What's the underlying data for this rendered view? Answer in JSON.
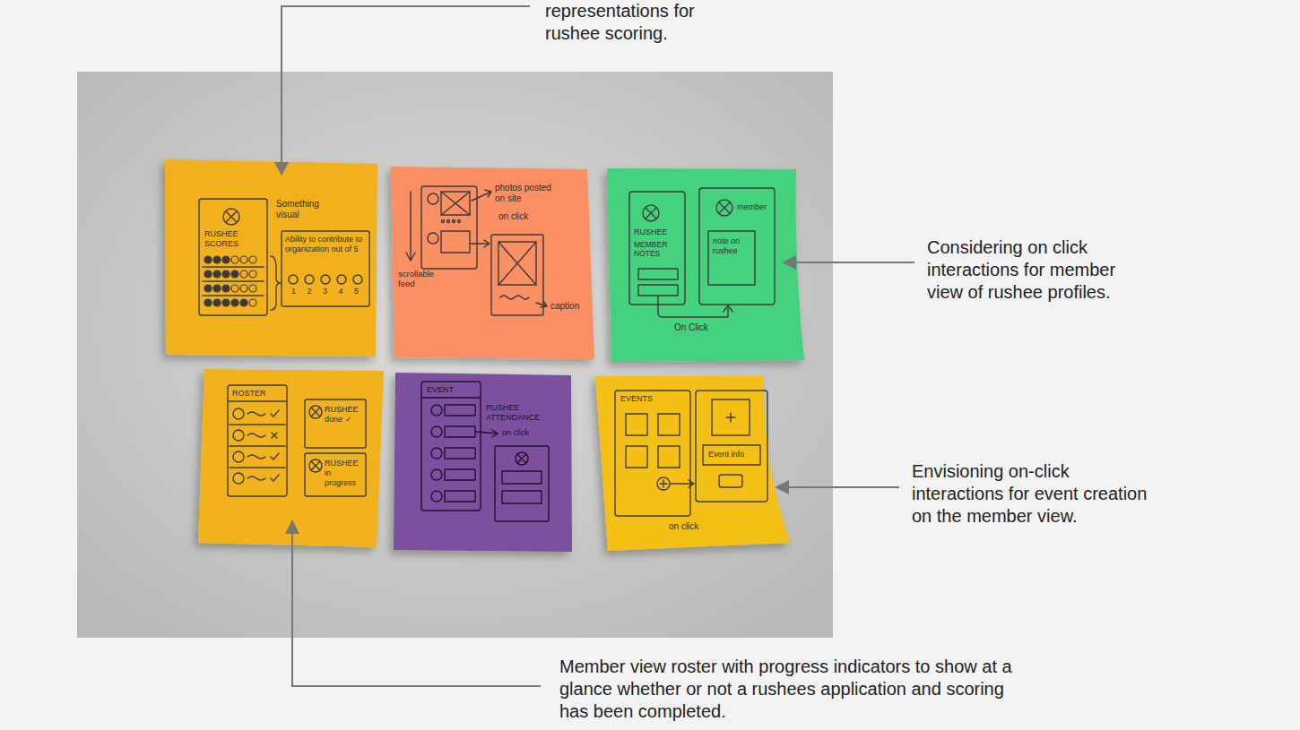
{
  "diagram": {
    "nodes": [
      {
        "text": [
          "Something visual",
          "RUSHEE SCORES",
          "Ability to contribute to organization out of 5",
          "1 2 3 4 5"
        ]
      },
      {
        "text": [
          "photos posted on site",
          "on click",
          "scrollable feed",
          "caption"
        ]
      },
      {
        "text": [
          "RUSHEE",
          "MEMBER NOTES",
          "member",
          "note on rushee",
          "On Click"
        ]
      },
      {
        "text": [
          "ROSTER",
          "RUSHEE done ✓",
          "RUSHEE in progress"
        ]
      },
      {
        "text": [
          "EVENT",
          "RUSHEE ATTENDANCE",
          "on click"
        ]
      },
      {
        "text": [
          "EVENTS",
          "Event info",
          "on click"
        ]
      }
    ],
    "labels": [
      "representations for rushee scoring.",
      "Considering on click interactions for member view of rushee profiles.",
      "Envisioning on-click interactions for event creation on the member view.",
      "Member view roster with progress indicators to show at a glance whether or not a rushees application and scoring has been completed."
    ]
  }
}
